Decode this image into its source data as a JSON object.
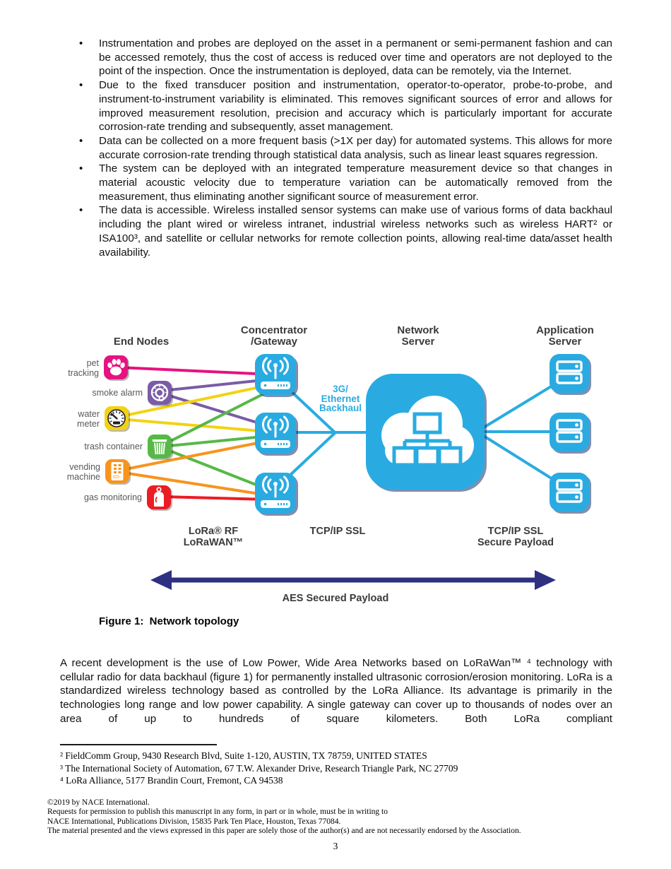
{
  "document": {
    "bullets": [
      "Instrumentation and probes are deployed on the asset in a permanent or semi-permanent fashion and can be accessed remotely, thus the cost of access is reduced over time and operators are not deployed to the point of the inspection.  Once the instrumentation is deployed, data can be remotely, via the Internet.",
      "Due to the fixed transducer position and instrumentation, operator-to-operator, probe-to-probe, and instrument-to-instrument variability is eliminated. This removes significant sources of error and allows for improved measurement resolution, precision and accuracy which is particularly important for accurate corrosion-rate trending and subsequently, asset management.",
      "Data can be collected on a more frequent basis (>1X per day) for automated systems.  This allows for more accurate corrosion-rate trending through statistical data analysis, such as linear least squares regression.",
      "The system can be deployed with an integrated temperature measurement device so that changes in material acoustic velocity due to temperature variation can be automatically removed from the measurement, thus eliminating another significant source of measurement error.",
      "The data is accessible.  Wireless installed sensor systems can make use of various forms of data backhaul including the plant wired or wireless intranet, industrial wireless networks such as wireless HART² or ISA100³, and satellite or cellular networks for remote collection points, allowing real-time data/asset health availability."
    ],
    "figure": {
      "columns": {
        "end_nodes": "End Nodes",
        "concentrator": "Concentrator\n/Gateway",
        "network_server": "Network\nServer",
        "application_server": "Application\nServer"
      },
      "nodes": [
        {
          "label": "pet\ntracking",
          "icon": "paw-icon",
          "color": "#E6127F"
        },
        {
          "label": "smoke alarm",
          "icon": "smoke-alarm-icon",
          "color": "#7A5CA6"
        },
        {
          "label": "water\nmeter",
          "icon": "water-meter-icon",
          "color": "#F2D313"
        },
        {
          "label": "trash container",
          "icon": "trash-icon",
          "color": "#57B847"
        },
        {
          "label": "vending\nmachine",
          "icon": "vending-machine-icon",
          "color": "#F7941E"
        },
        {
          "label": "gas monitoring",
          "icon": "gas-cylinder-icon",
          "color": "#EC1C24"
        }
      ],
      "gateway_color": "#29ABE2",
      "gateway_icon": "antenna-router-icon",
      "network_server_icon": "cloud-network-icon",
      "application_server_icon": "server-stack-icon",
      "backhaul_label": "3G/\nEthernet\nBackhaul",
      "protocol_labels": {
        "lora": "LoRa® RF\nLoRaWAN™",
        "tcpip": "TCP/IP SSL",
        "tcpip_secure": "TCP/IP SSL\nSecure Payload",
        "aes": "AES Secured Payload"
      },
      "arrow_color": "#2E3182",
      "caption": "Figure 1:  Network topology"
    },
    "paragraph": "A recent development is the use of Low Power, Wide Area Networks based on LoRaWan™ ⁴ technology with cellular radio for data backhaul (figure 1) for permanently installed ultrasonic corrosion/erosion monitoring.  LoRa is a standardized wireless technology based as controlled by the LoRa Alliance.  Its advantage is primarily in the technologies long range and low power capability.  A single gateway can cover up to thousands of nodes over an area of up to hundreds of square kilometers. Both LoRa compliant",
    "footnotes": [
      "² FieldComm Group, 9430 Research Blvd, Suite 1-120, AUSTIN, TX 78759, UNITED STATES",
      "³ The International Society of Automation, 67 T.W. Alexander Drive, Research Triangle Park, NC 27709",
      "⁴ LoRa Alliance, 5177 Brandin Court, Fremont, CA 94538"
    ],
    "footer_lines": [
      "©2019 by NACE International.",
      "Requests for permission to publish this manuscript in any form, in part or in whole, must be in writing to",
      "NACE International, Publications Division, 15835 Park Ten Place, Houston, Texas 77084.",
      "The material presented and the views expressed in this paper are solely those of the author(s) and are not necessarily endorsed by the Association."
    ],
    "page_number": "3"
  }
}
